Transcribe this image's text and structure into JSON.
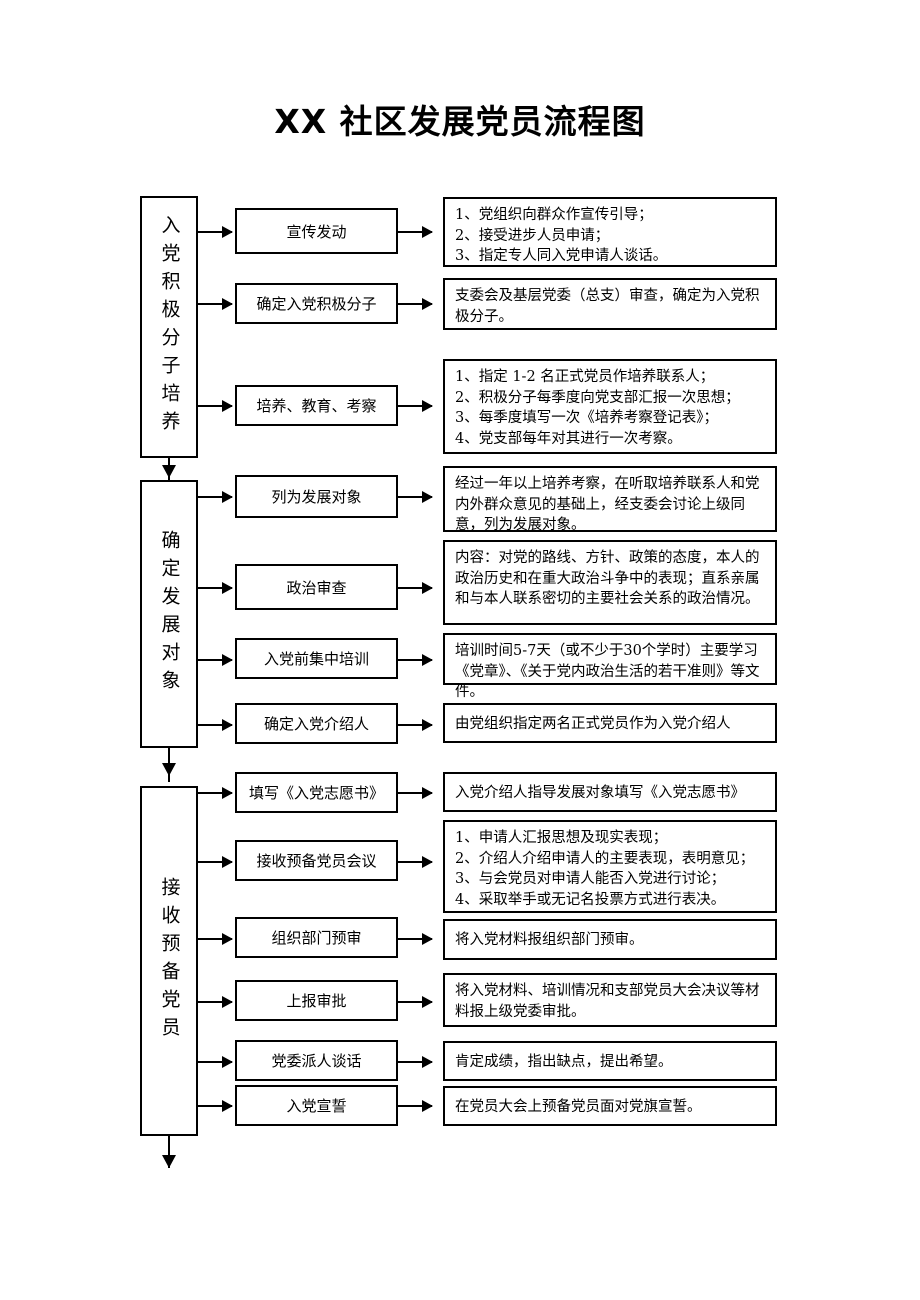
{
  "document": {
    "title": "XX 社区发展党员流程图"
  },
  "stages": [
    {
      "id": "stage-1",
      "label": "入党积极分子培养",
      "steps": [
        {
          "name": "宣传发动",
          "description_lines": [
            "1、党组织向群众作宣传引导；",
            "2、接受进步人员申请；",
            "3、指定专人同入党申请人谈话。"
          ]
        },
        {
          "name": "确定入党积极分子",
          "description_lines": [
            "支委会及基层党委（总支）审查，确定为入党积极分子。"
          ]
        },
        {
          "name": "培养、教育、考察",
          "description_lines": [
            "1、指定 1-2 名正式党员作培养联系人；",
            "2、积极分子每季度向党支部汇报一次思想；",
            "",
            "3、每季度填写一次《培养考察登记表》；",
            "4、党支部每年对其进行一次考察。"
          ]
        }
      ]
    },
    {
      "id": "stage-2",
      "label": "确定发展对象",
      "steps": [
        {
          "name": "列为发展对象",
          "description_lines": [
            "经过一年以上培养考察，在听取培养联系人和党内外群众意见的基础上，经支委会讨论上级同意，列为发展对象。"
          ]
        },
        {
          "name": "政治审查",
          "description_lines": [
            "内容：对党的路线、方针、政策的态度，本人的政治历史和在重大政治斗争中的表现；直系亲属和与本人联系密切的主要社会关系的政治情况。"
          ]
        },
        {
          "name": "入党前集中培训",
          "description_lines": [
            "培训时间5-7天（或不少于30个学时）主要学习《党章》、《关于党内政治生活的若干准则》等文件。"
          ]
        },
        {
          "name": "确定入党介绍人",
          "description_lines": [
            "由党组织指定两名正式党员作为入党介绍人"
          ]
        }
      ]
    },
    {
      "id": "stage-3",
      "label": "接收预备党员",
      "steps": [
        {
          "name": "填写《入党志愿书》",
          "description_lines": [
            "入党介绍人指导发展对象填写《入党志愿书》"
          ]
        },
        {
          "name": "接收预备党员会议",
          "description_lines": [
            "1、申请人汇报思想及现实表现；",
            "2、介绍人介绍申请人的主要表现，表明意见；",
            "3、与会党员对申请人能否入党进行讨论；",
            "4、采取举手或无记名投票方式进行表决。"
          ]
        },
        {
          "name": "组织部门预审",
          "description_lines": [
            "将入党材料报组织部门预审。"
          ]
        },
        {
          "name": "上报审批",
          "description_lines": [
            "将入党材料、培训情况和支部党员大会决议等材料报上级党委审批。"
          ]
        },
        {
          "name": "党委派人谈话",
          "description_lines": [
            "肯定成绩，指出缺点，提出希望。"
          ]
        },
        {
          "name": "入党宣誓",
          "description_lines": [
            "在党员大会上预备党员面对党旗宣誓。"
          ]
        }
      ]
    }
  ],
  "colors": {
    "line": "#000000",
    "background": "#ffffff"
  }
}
